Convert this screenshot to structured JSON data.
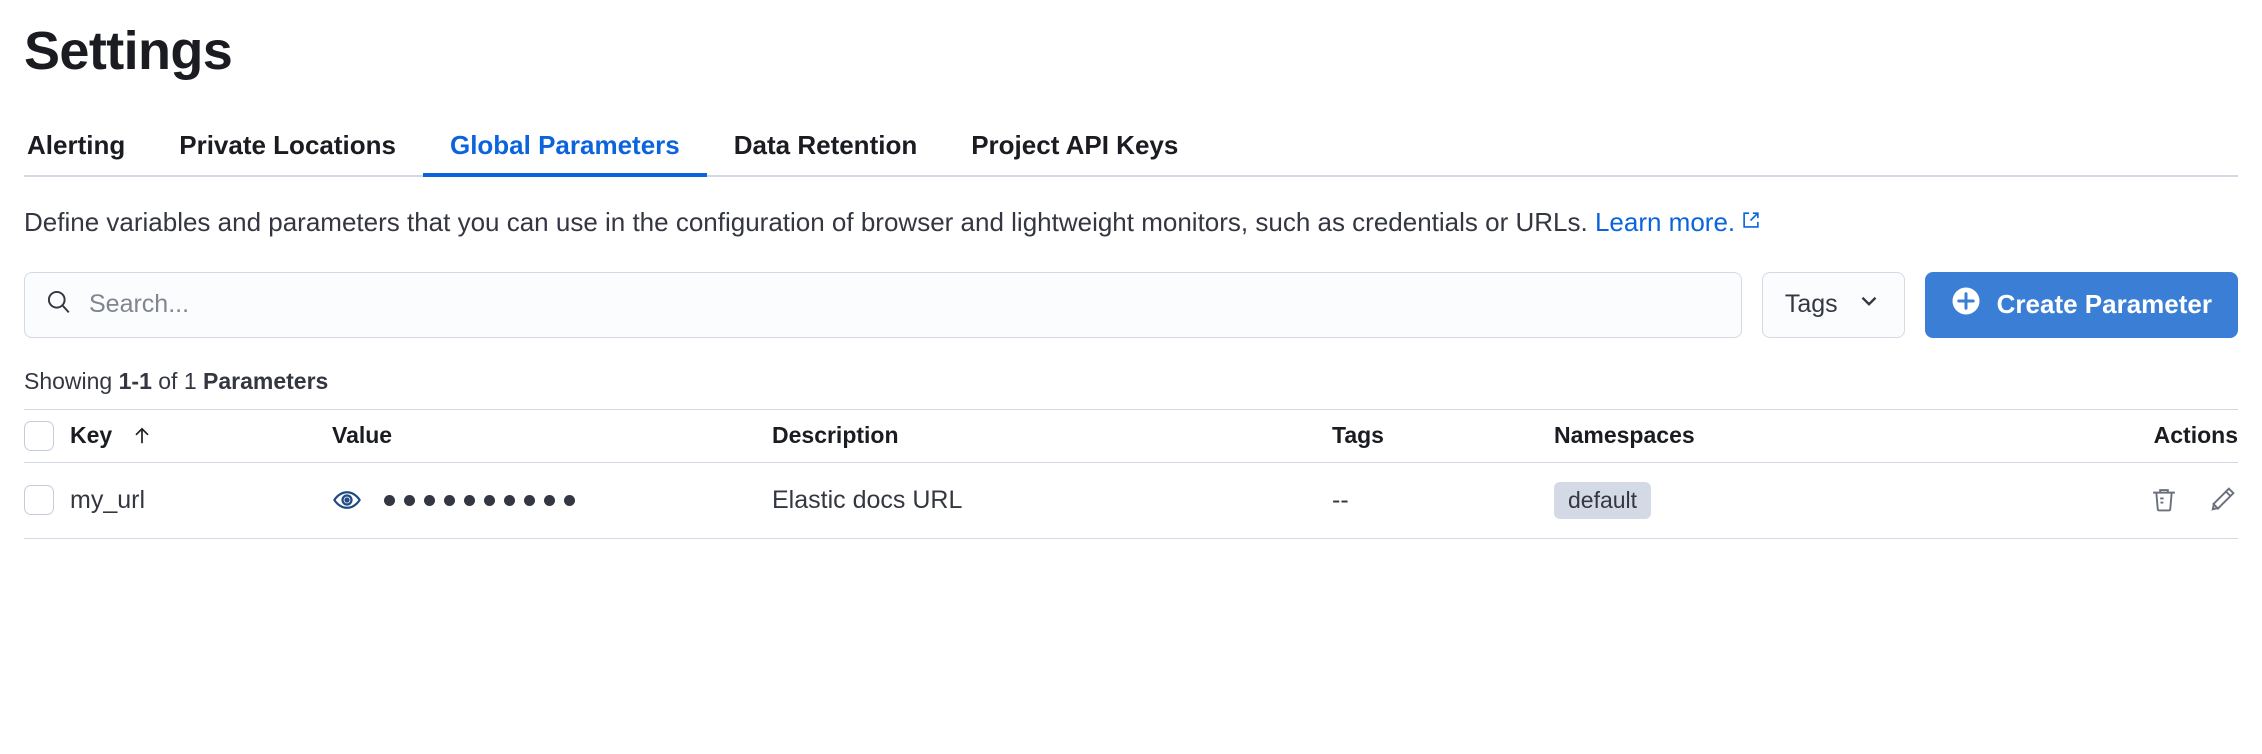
{
  "header": {
    "title": "Settings"
  },
  "tabs": [
    {
      "label": "Alerting",
      "active": false
    },
    {
      "label": "Private Locations",
      "active": false
    },
    {
      "label": "Global Parameters",
      "active": true
    },
    {
      "label": "Data Retention",
      "active": false
    },
    {
      "label": "Project API Keys",
      "active": false
    }
  ],
  "description": {
    "text": "Define variables and parameters that you can use in the configuration of browser and lightweight monitors, such as credentials or URLs. ",
    "link_label": "Learn more.",
    "external_link_icon": "external-link-icon"
  },
  "controls": {
    "search_placeholder": "Search...",
    "search_value": "",
    "search_icon": "search-icon",
    "tags_label": "Tags",
    "tags_chevron_icon": "chevron-down-icon",
    "create_label": "Create Parameter",
    "create_icon": "plus-circle-icon",
    "create_button_color": "#3a7fd5"
  },
  "results": {
    "showing_prefix": "Showing ",
    "range": "1-1",
    "of": " of 1 ",
    "entity": "Parameters"
  },
  "table": {
    "columns": [
      {
        "key": "select",
        "label": ""
      },
      {
        "key": "key",
        "label": "Key",
        "sort_icon": "arrow-up-icon"
      },
      {
        "key": "value",
        "label": "Value"
      },
      {
        "key": "description",
        "label": "Description"
      },
      {
        "key": "tags",
        "label": "Tags"
      },
      {
        "key": "namespaces",
        "label": "Namespaces"
      },
      {
        "key": "actions",
        "label": "Actions"
      }
    ],
    "rows": [
      {
        "key": "my_url",
        "value_icon": "eye-icon",
        "value_masked_dots": 10,
        "description": "Elastic docs URL",
        "tags": "--",
        "namespaces": [
          "default"
        ],
        "actions": [
          "trash-icon",
          "pencil-icon"
        ]
      }
    ]
  },
  "colors": {
    "accent": "#0b64dd",
    "primary_button": "#3a7fd5",
    "badge_bg": "#d3dae6",
    "border": "#d3dae6",
    "text": "#343741"
  }
}
